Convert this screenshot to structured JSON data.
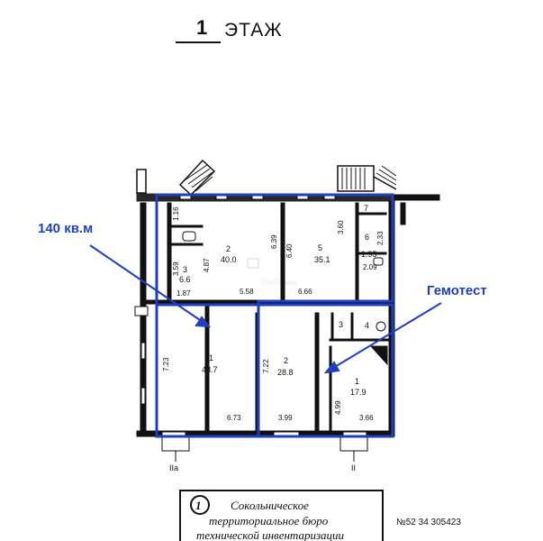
{
  "header": {
    "number": "1",
    "word": "ЭТАЖ"
  },
  "annotations": {
    "area": "140 кв.м",
    "tenant": "Гемотест"
  },
  "watermark": "ForRetailer",
  "axes": {
    "left": "IIa",
    "right": "II"
  },
  "rooms": [
    {
      "id": "1",
      "area": "48.7"
    },
    {
      "id": "2",
      "area": "28.8"
    },
    {
      "id": "1",
      "area": "17.9"
    },
    {
      "id": "2",
      "area": "40.0"
    },
    {
      "id": "5",
      "area": "35.1"
    },
    {
      "id": "3",
      "area": "6.6"
    },
    {
      "id": "6",
      "area": "1.95"
    },
    {
      "id": "7",
      "area": ""
    },
    {
      "id": "3",
      "area": ""
    },
    {
      "id": "4",
      "area": ""
    }
  ],
  "dims": {
    "d_7_23": "7.23",
    "d_6_73": "6.73",
    "d_7_22": "7.22",
    "d_3_99": "3.99",
    "d_4_99": "4.99",
    "d_3_66": "3.66",
    "d_4_87": "4.87",
    "d_5_58": "5.58",
    "d_6_39": "6.39",
    "d_6_40": "6.40",
    "d_6_66": "6.66",
    "d_3_60": "3.60",
    "d_2_09": "2.09",
    "d_2_33": "2.33",
    "d_1_16": "1.16",
    "d_3_59": "3.59",
    "d_1_87": "1.87"
  },
  "stamp": {
    "circle_num": "1",
    "line1": "Сокольническое",
    "line2": "территориальное бюро",
    "line3": "технической инвентаризации",
    "number": "№52 34 305423"
  },
  "colors": {
    "annotation_blue": "#1f3fbf",
    "wall": "#111111"
  }
}
